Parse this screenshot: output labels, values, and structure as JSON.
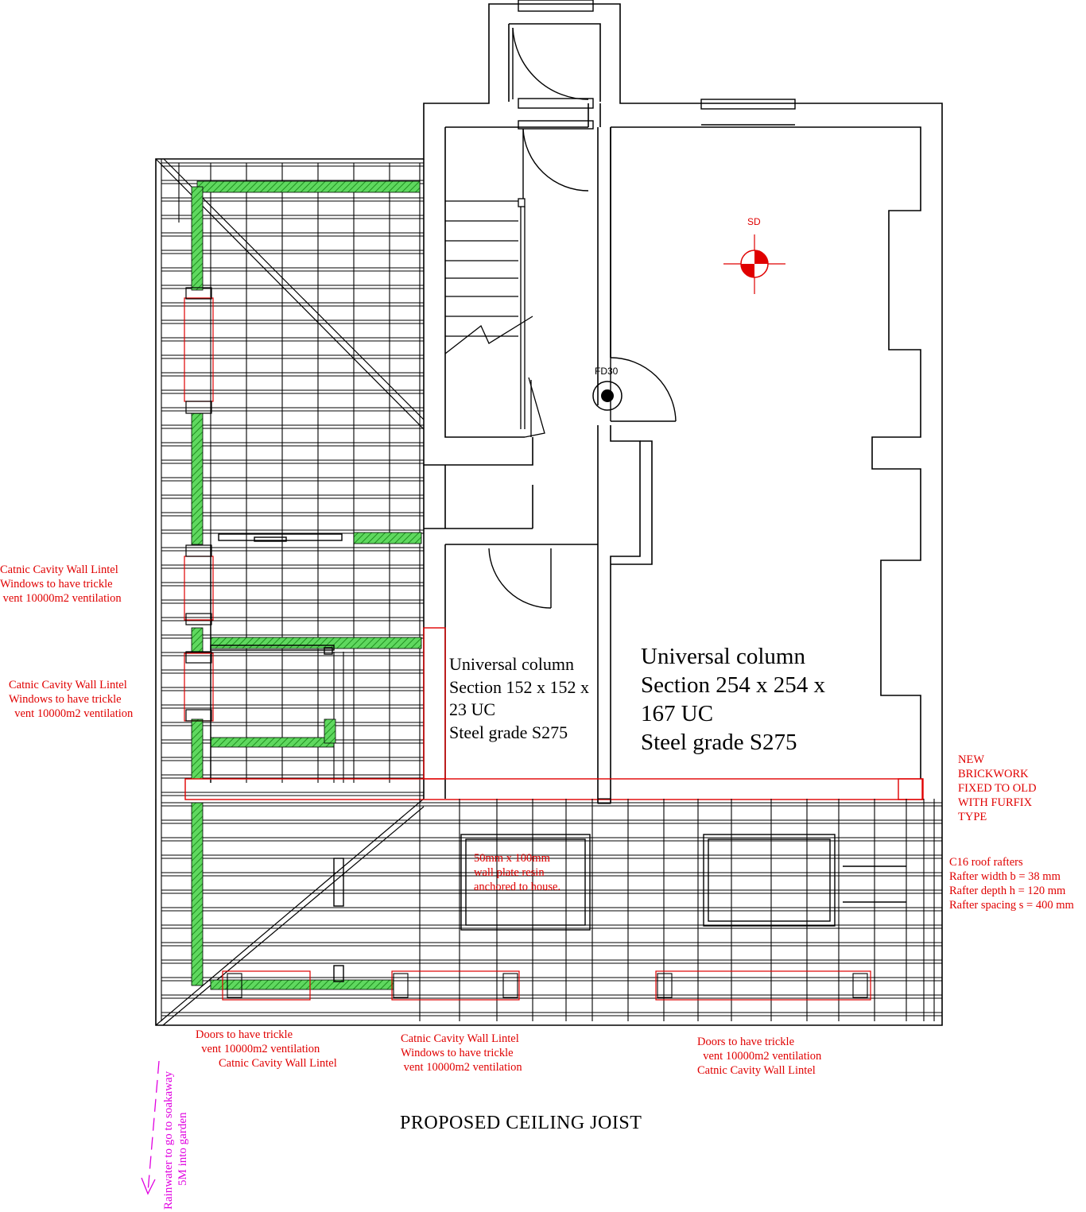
{
  "drawing_title": "PROPOSED CEILING JOIST",
  "symbols": {
    "smoke_detector": "SD",
    "fire_door": "FD30"
  },
  "columns": {
    "uc_small": "Universal column\nSection 152 x 152 x\n23 UC\nSteel grade S275",
    "uc_large": "Universal column\nSection 254 x 254 x\n167 UC\nSteel grade S275"
  },
  "notes": {
    "left_window_1": "Catnic Cavity Wall Lintel\nWindows to have trickle\n vent 10000m2 ventilation",
    "left_window_2": "Catnic Cavity Wall Lintel\nWindows to have trickle\n  vent 10000m2 ventilation",
    "new_brickwork": "NEW\nBRICKWORK\nFIXED TO OLD\nWITH FURFIX\nTYPE",
    "roof_rafters": "C16 roof rafters\nRafter width b = 38 mm\nRafter depth h = 120 mm\nRafter spacing s = 400 mm",
    "wall_plate": "50mm x 100mm\nwall plate resin\nanchored to house.",
    "bottom_doors_left": "Doors to have trickle\n  vent 10000m2 ventilation\n        Catnic Cavity Wall Lintel",
    "bottom_windows_mid": "Catnic Cavity Wall Lintel\nWindows to have trickle\n vent 10000m2 ventilation",
    "bottom_doors_right": "Doors to have trickle\n  vent 10000m2 ventilation\nCatnic Cavity Wall Lintel",
    "rainwater": "Rainwater to go to soakaway\n        5M into garden"
  },
  "colors": {
    "lines": "#000000",
    "annotation": "#e00000",
    "insulation": "#33cc33",
    "rainwater": "#e000e0"
  }
}
